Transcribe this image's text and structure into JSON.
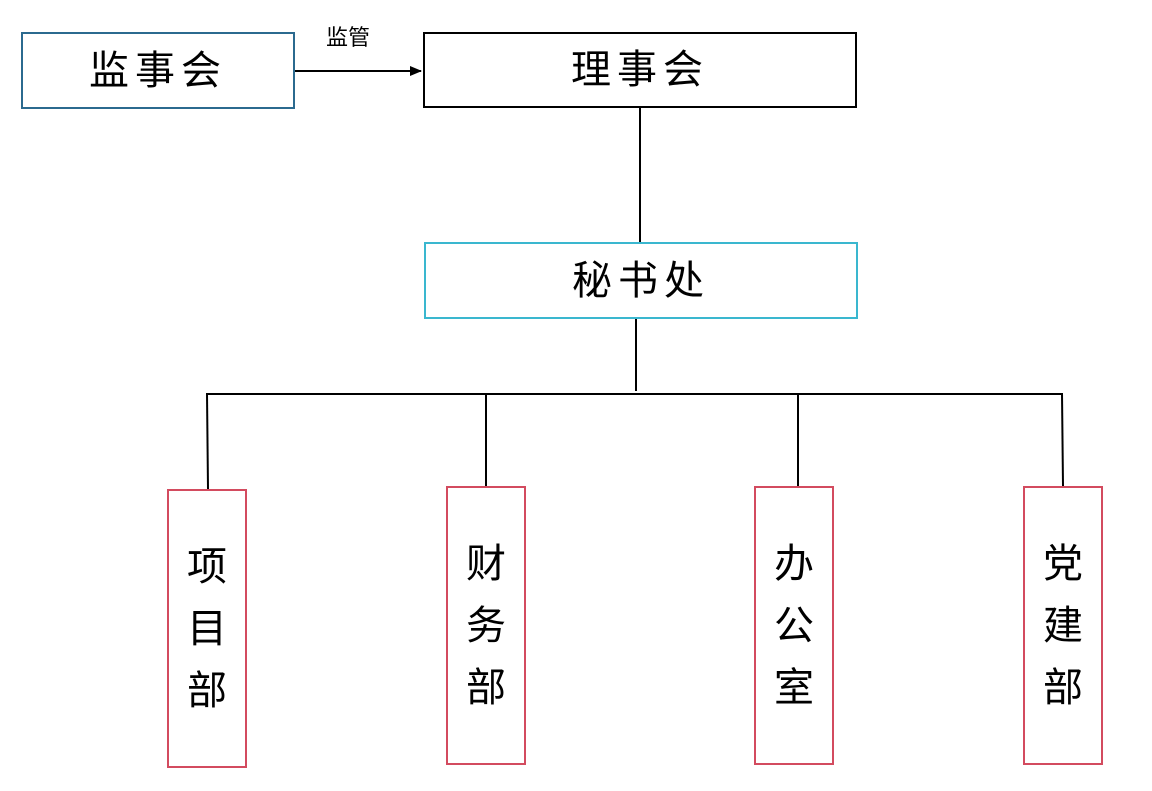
{
  "supervisors": {
    "label": "监事会"
  },
  "supervision_link": {
    "label": "监管"
  },
  "board": {
    "label": "理事会"
  },
  "secretariat": {
    "label": "秘书处"
  },
  "departments": [
    {
      "label": "项目部",
      "chars": [
        "项",
        "目",
        "部"
      ]
    },
    {
      "label": "财务部",
      "chars": [
        "财",
        "务",
        "部"
      ]
    },
    {
      "label": "办公室",
      "chars": [
        "办",
        "公",
        "室"
      ]
    },
    {
      "label": "党建部",
      "chars": [
        "党",
        "建",
        "部"
      ]
    }
  ],
  "colors": {
    "supervisors_border": "#2b6a8f",
    "board_border": "#000000",
    "secretariat_border": "#3ab7cf",
    "department_border": "#d34b5f",
    "connector": "#000000"
  }
}
